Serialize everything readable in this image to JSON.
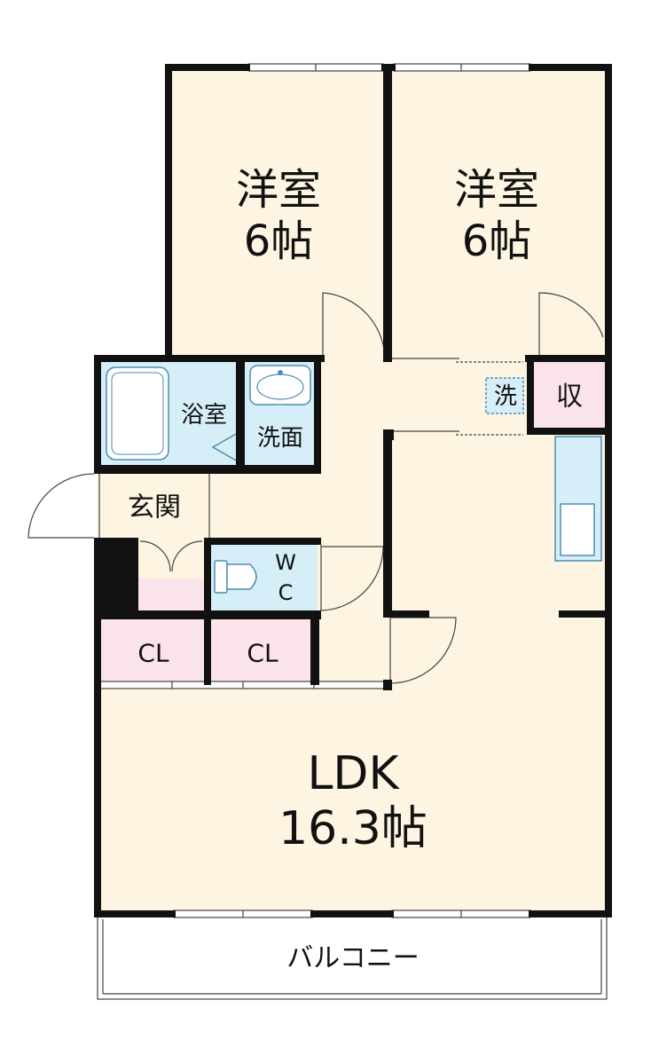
{
  "colors": {
    "wall": "#111111",
    "room_floor": "#fdf4e1",
    "wet_area": "#d6eef8",
    "storage": "#fbe3ea",
    "fixture_stroke": "#4a8fb0",
    "thin_line": "#444444"
  },
  "rooms": {
    "western_room_left": {
      "name": "洋室",
      "size": "6帖"
    },
    "western_room_right": {
      "name": "洋室",
      "size": "6帖"
    },
    "ldk": {
      "name": "LDK",
      "size": "16.3帖"
    },
    "bathroom": "浴室",
    "washroom": "洗面",
    "laundry": "洗",
    "storage": "収",
    "entrance": "玄関",
    "toilet_top": "W",
    "toilet_bottom": "C",
    "closet_left": "CL",
    "closet_right": "CL",
    "balcony": "バルコニー"
  }
}
